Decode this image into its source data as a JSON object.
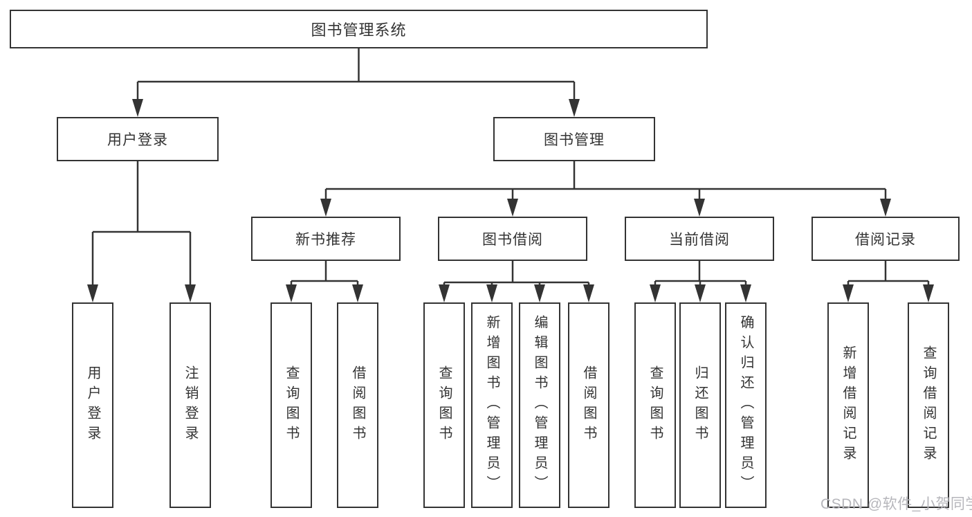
{
  "diagram": {
    "title": "图书管理系统",
    "type": "hierarchy-tree"
  },
  "nodes": {
    "root": {
      "label": "图书管理系统"
    },
    "user_login": {
      "label": "用户登录"
    },
    "book_management": {
      "label": "图书管理"
    },
    "new_book_recommend": {
      "label": "新书推荐"
    },
    "book_borrowing": {
      "label": "图书借阅"
    },
    "current_borrowing": {
      "label": "当前借阅"
    },
    "borrowing_records": {
      "label": "借阅记录"
    },
    "leaf_user_login": {
      "label": "用户登录"
    },
    "leaf_logout": {
      "label": "注销登录"
    },
    "leaf_query_books_rec": {
      "label": "查询图书"
    },
    "leaf_borrow_books_rec": {
      "label": "借阅图书"
    },
    "leaf_query_books_bor": {
      "label": "查询图书"
    },
    "leaf_add_books_admin": {
      "label": "新增图书（管理员）"
    },
    "leaf_edit_books_admin": {
      "label": "编辑图书（管理员）"
    },
    "leaf_borrow_books_bor": {
      "label": "借阅图书"
    },
    "leaf_query_books_cur": {
      "label": "查询图书"
    },
    "leaf_return_books": {
      "label": "归还图书"
    },
    "leaf_confirm_return_admin": {
      "label": "确认归还（管理员）"
    },
    "leaf_add_borrow_record": {
      "label": "新增借阅记录"
    },
    "leaf_query_borrow_record": {
      "label": "查询借阅记录"
    }
  },
  "watermark": {
    "text": "CSDN @软件_小贺同学"
  },
  "colors": {
    "line": "#333333",
    "text": "#333333",
    "background": "#ffffff",
    "watermark": "#b6b6bb"
  }
}
